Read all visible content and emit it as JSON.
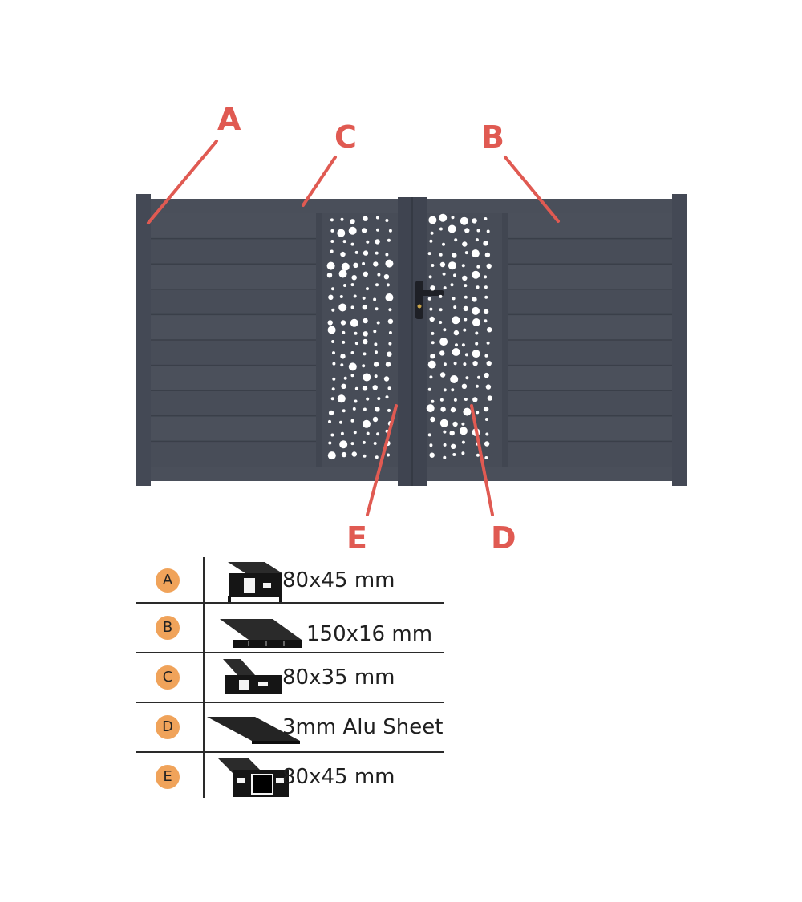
{
  "callouts": {
    "A": "A",
    "B": "B",
    "C": "C",
    "D": "D",
    "E": "E"
  },
  "legend": [
    {
      "badge": "A",
      "spec": "80x45 mm",
      "profile": "frame-post-profile-icon"
    },
    {
      "badge": "B",
      "spec": "150x16 mm",
      "profile": "slat-profile-icon"
    },
    {
      "badge": "C",
      "spec": "80x35 mm",
      "profile": "rail-profile-icon"
    },
    {
      "badge": "D",
      "spec": "3mm Alu Sheet",
      "profile": "sheet-profile-icon"
    },
    {
      "badge": "E",
      "spec": "80x45 mm",
      "profile": "center-post-profile-icon"
    }
  ],
  "colors": {
    "gate": "#4a4f5a",
    "gate_dark": "#3e434d",
    "callout": "#e05a52",
    "badge": "#f0a35a"
  }
}
